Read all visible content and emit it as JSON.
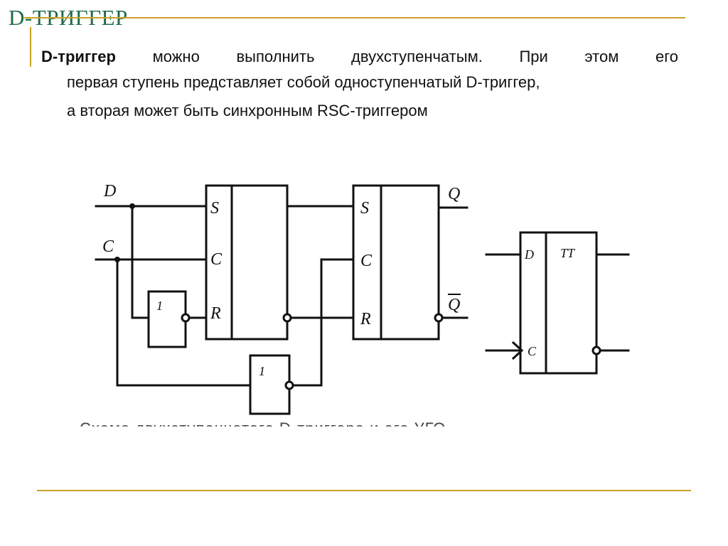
{
  "slide": {
    "title": "D-ТРИГГЕР",
    "paragraph": {
      "bold_term": "D-триггер",
      "line1_rest": "можно выполнить двухступенчатым. При этом его",
      "line2": "первая ступень представляет собой одноступенчатый D-триггер,",
      "line3": "а вторая может быть синхронным RSC-триггером"
    },
    "hidden_caption": "Схема двухступенчатого D-триггера и его УГО"
  },
  "diagram": {
    "inputs": {
      "d": "D",
      "c": "C"
    },
    "stage1": {
      "s": "S",
      "c": "C",
      "r": "R"
    },
    "stage2": {
      "s": "S",
      "c": "C",
      "r": "R"
    },
    "inverter1": "1",
    "inverter2": "1",
    "outputs": {
      "q": "Q",
      "q_bar": "Q"
    },
    "symbol": {
      "d": "D",
      "tt": "TT",
      "c": "C"
    }
  },
  "colors": {
    "title": "#1f6b46",
    "rules": "#c9a227",
    "lines": "#111111"
  }
}
